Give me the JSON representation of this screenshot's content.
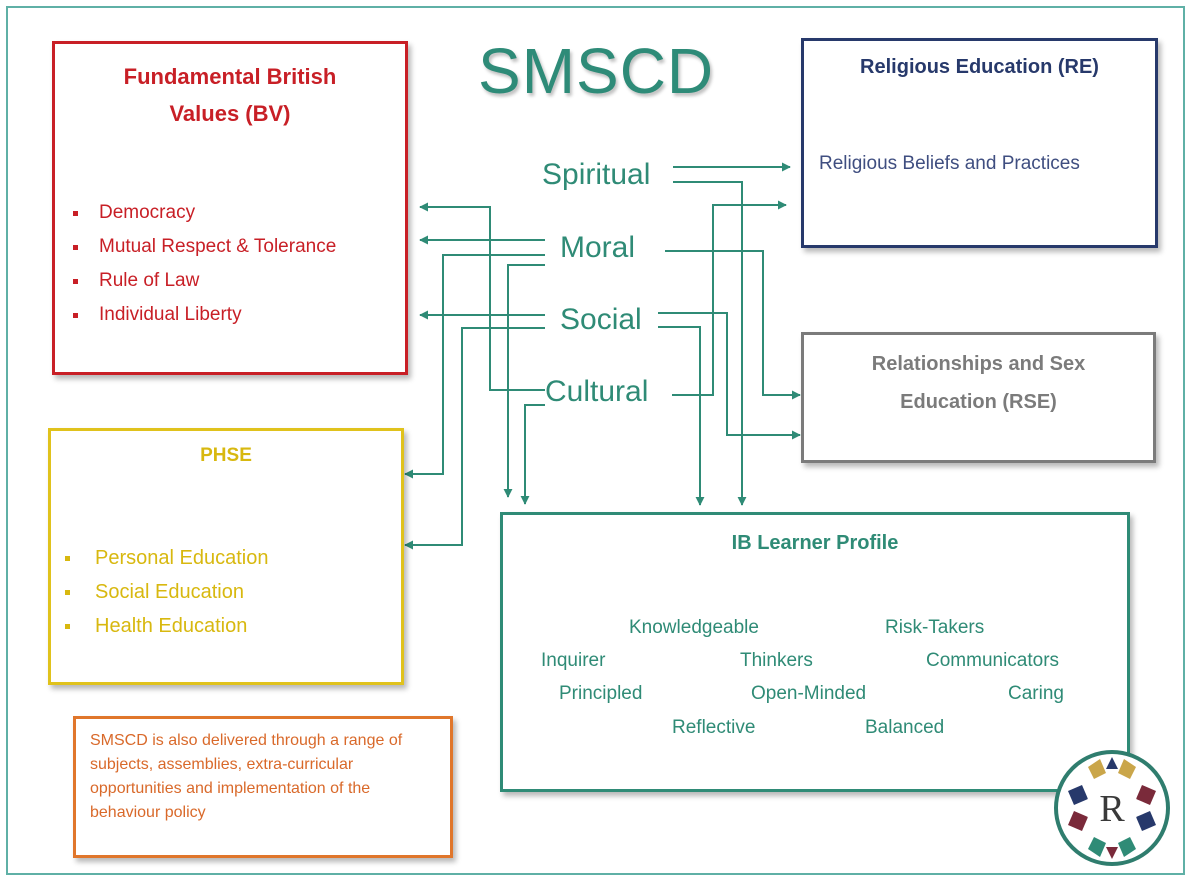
{
  "title": "SMSCD",
  "smscd_words": [
    "Spiritual",
    "Moral",
    "Social",
    "Cultural"
  ],
  "bv": {
    "title": "Fundamental British Values (BV)",
    "items": [
      "Democracy",
      "Mutual Respect & Tolerance",
      "Rule of Law",
      "Individual Liberty"
    ]
  },
  "re": {
    "title": "Religious Education (RE)",
    "text": "Religious Beliefs and Practices"
  },
  "rse": {
    "title": "Relationships and Sex Education (RSE)"
  },
  "phse": {
    "title": "PHSE",
    "items": [
      "Personal Education",
      "Social Education",
      "Health Education"
    ]
  },
  "ib": {
    "title": "IB Learner Profile",
    "traits": [
      "Knowledgeable",
      "Risk-Takers",
      "Inquirer",
      "Thinkers",
      "Communicators",
      "Principled",
      "Open-Minded",
      "Caring",
      "Reflective",
      "Balanced"
    ]
  },
  "note": "SMSCD is also delivered through a range of subjects, assemblies, extra-curricular opportunities and implementation of the behaviour policy",
  "logo": {
    "letter": "R"
  },
  "colors": {
    "teal": "#2f8b76",
    "bv_red": "#c81f26",
    "re_navy": "#27396b",
    "rse_grey": "#7b7b7b",
    "phse_yellow": "#e0c21c",
    "note_orange": "#e0762b"
  }
}
